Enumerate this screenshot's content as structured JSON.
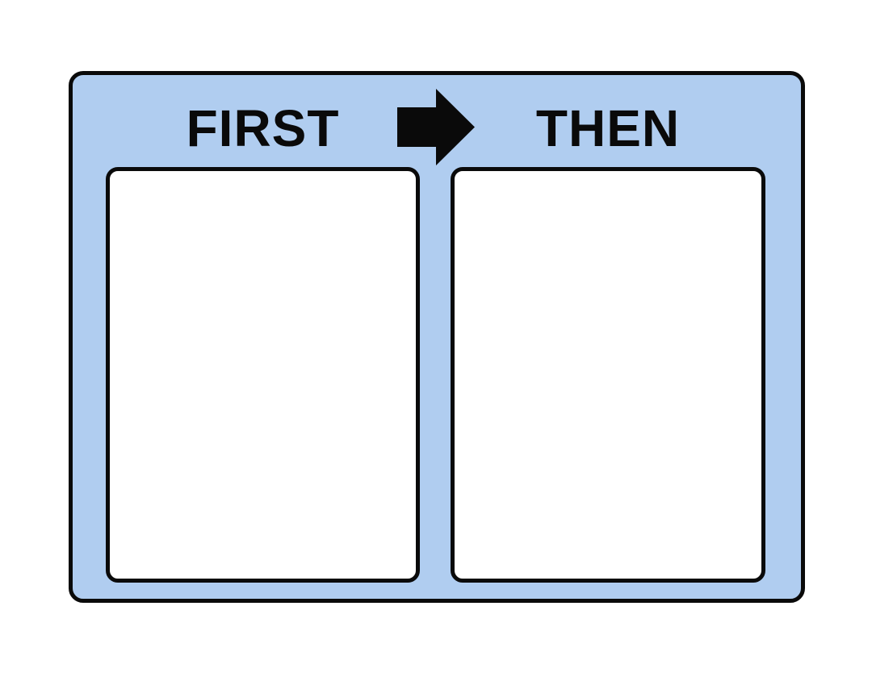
{
  "board": {
    "header": {
      "first_label": "FIRST",
      "then_label": "THEN",
      "arrow_icon": "arrow-right"
    },
    "panels": {
      "first": {
        "content": ""
      },
      "then": {
        "content": ""
      }
    },
    "colors": {
      "board_background": "#b0cdf0",
      "outline": "#0a0a0a",
      "panel_background": "#ffffff",
      "text": "#0a0a0a",
      "page_background": "#ffffff"
    }
  }
}
